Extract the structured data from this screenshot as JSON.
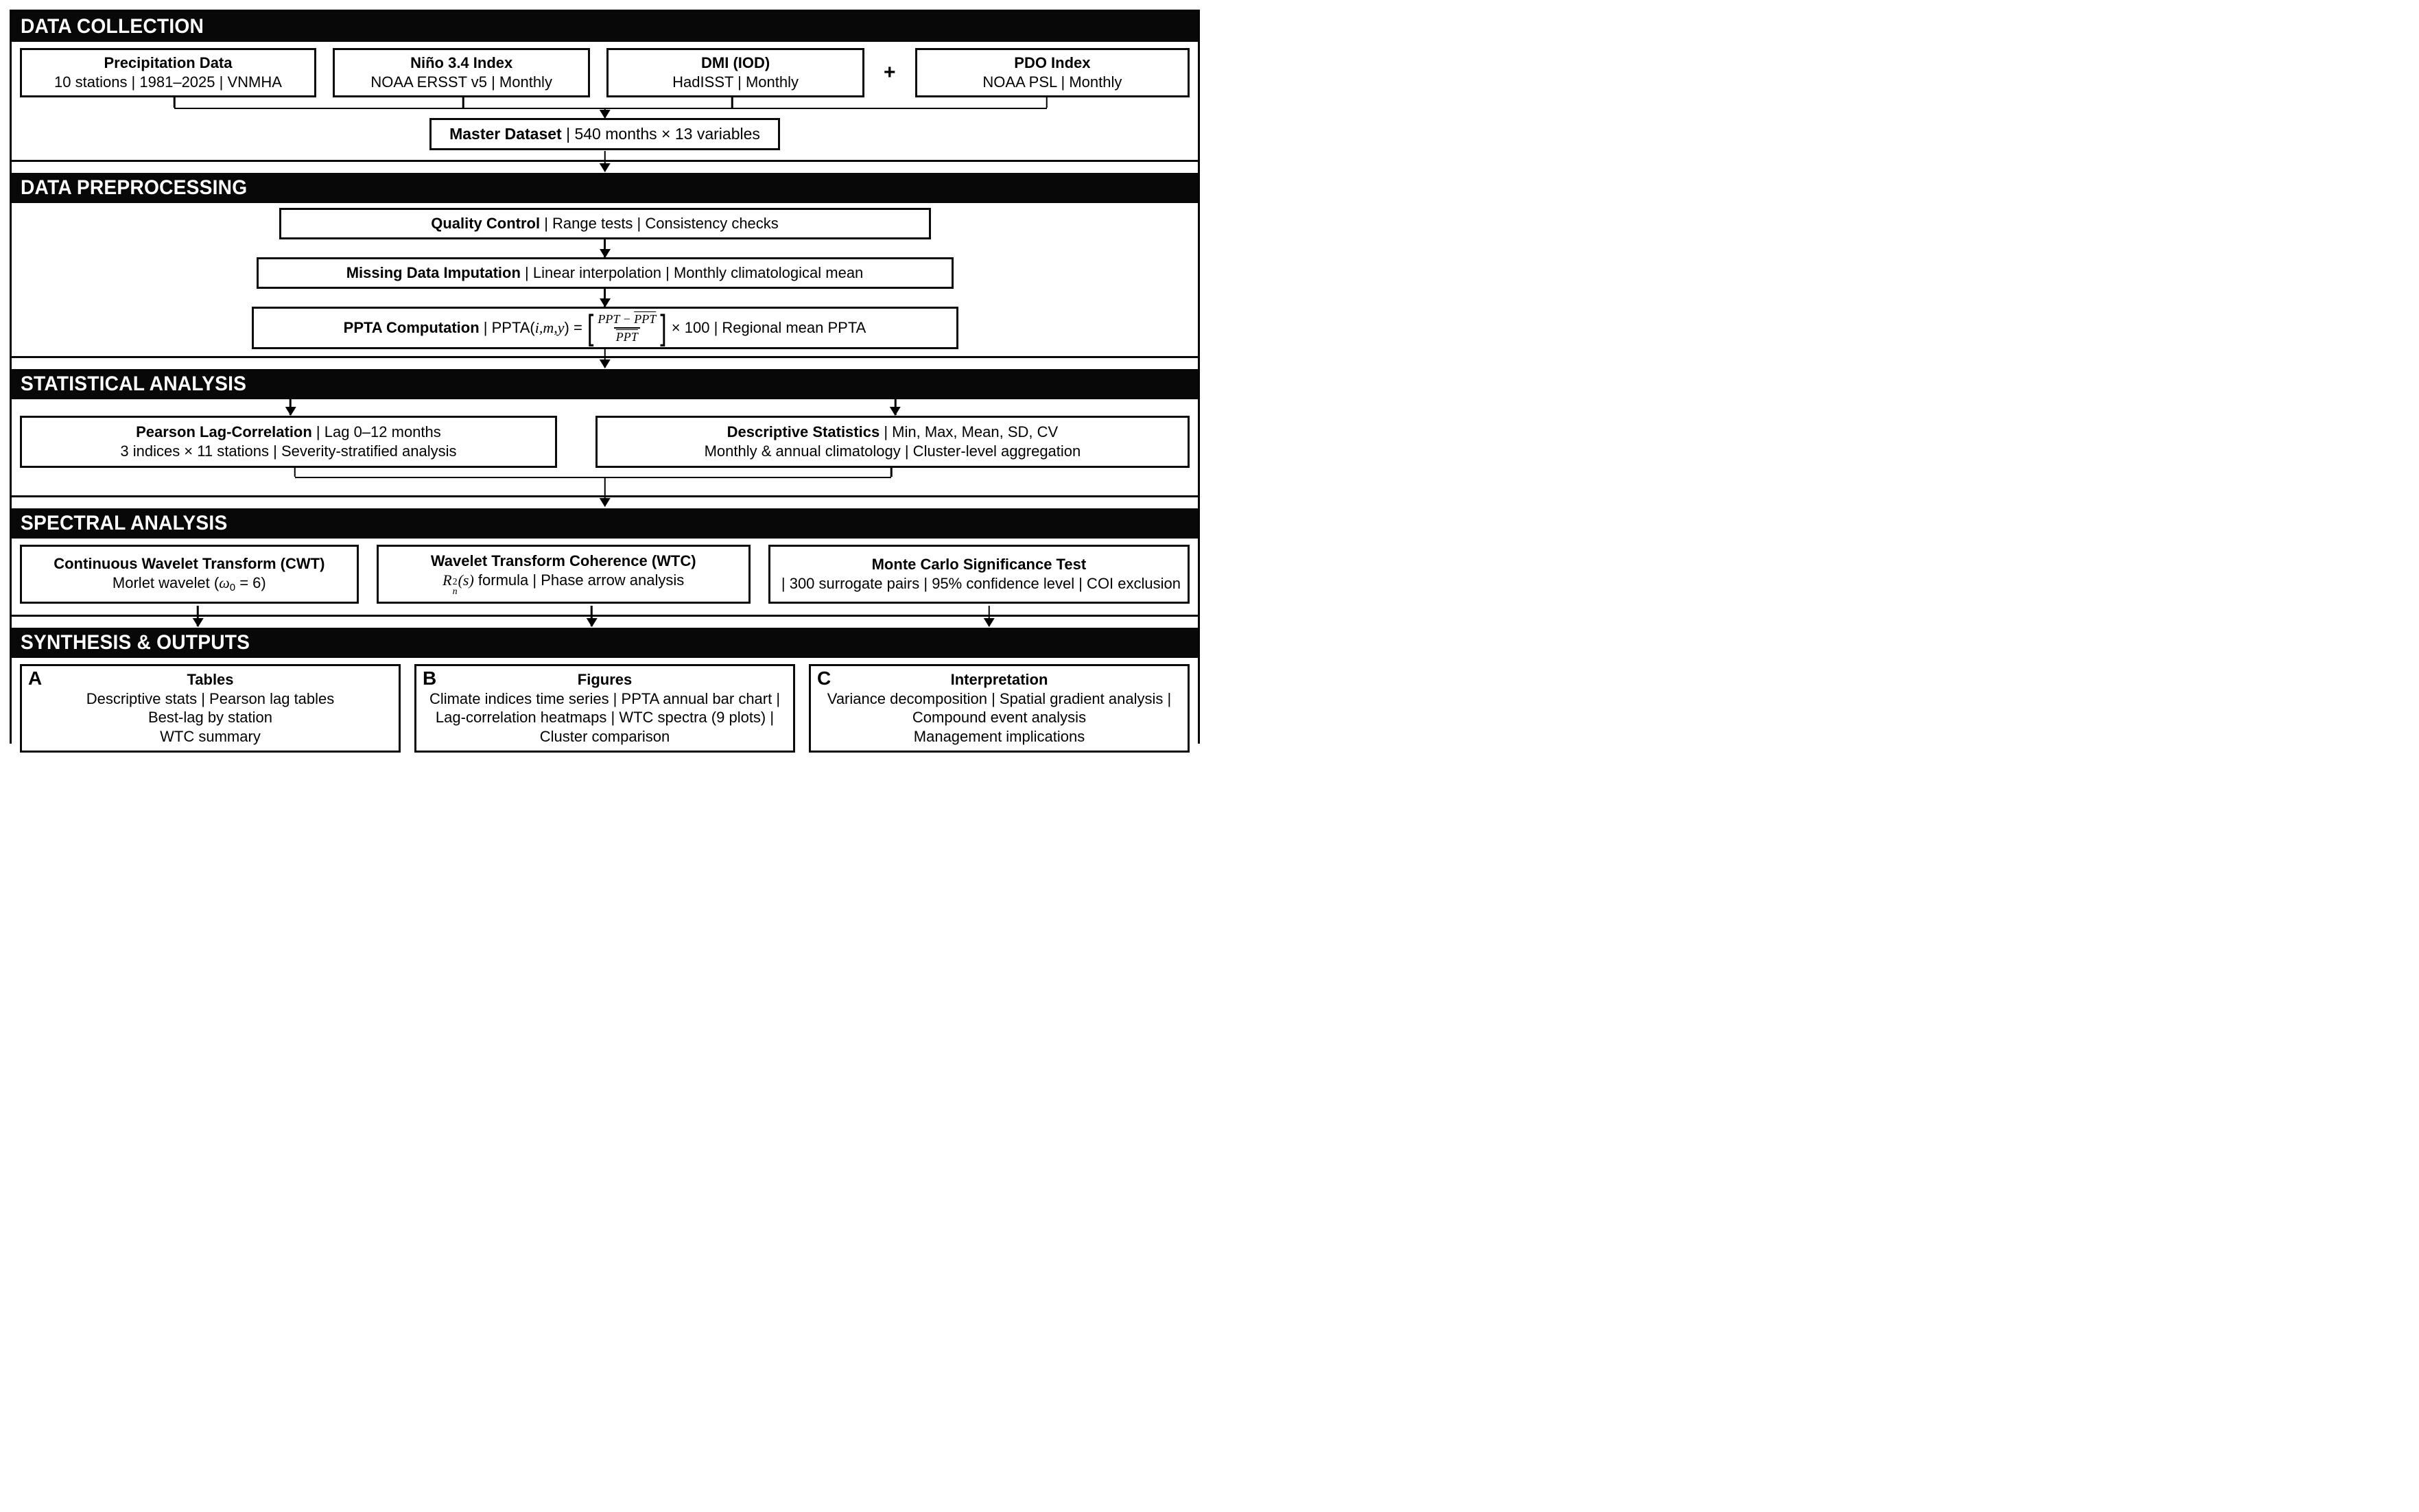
{
  "collection": {
    "title": "DATA COLLECTION",
    "plus": "+",
    "sources": [
      {
        "title": "Precipitation Data",
        "detail": "10 stations | 1981–2025 | VNMHA"
      },
      {
        "title": "Niño 3.4 Index",
        "detail": "NOAA ERSST v5 | Monthly"
      },
      {
        "title": "DMI (IOD)",
        "detail": "HadISST | Monthly"
      },
      {
        "title": "PDO Index",
        "detail": "NOAA PSL | Monthly"
      }
    ],
    "master": {
      "title": "Master Dataset",
      "detail": " | 540 months × 13 variables"
    }
  },
  "preprocessing": {
    "title": "DATA PREPROCESSING",
    "quality": {
      "title": "Quality Control",
      "detail": " | Range tests | Consistency checks"
    },
    "imputation": {
      "title": "Missing Data Imputation",
      "detail": " | Linear interpolation | Monthly climatological mean"
    },
    "ppta": {
      "title": "PPTA Computation",
      "sep": " | ",
      "func": "PPTA(",
      "args": "i,m,y",
      "close": ") = ",
      "bracket_open": "[",
      "numerator_a": "PPT",
      "numerator_minus": " − ",
      "numerator_b": "PPT",
      "denominator": "PPT",
      "bracket_close": "]",
      "times": " × 100",
      "tail": " | Regional mean PPTA"
    }
  },
  "statistical": {
    "title": "STATISTICAL ANALYSIS",
    "pearson": {
      "line1_title": "Pearson Lag-Correlation",
      "line1_rest": " | Lag 0–12 months",
      "line2": "3 indices × 11 stations | Severity-stratified analysis"
    },
    "descriptive": {
      "line1_title": "Descriptive Statistics",
      "line1_rest": " | Min, Max, Mean, SD, CV",
      "line2": "Monthly & annual climatology | Cluster-level aggregation"
    }
  },
  "spectral": {
    "title": "SPECTRAL ANALYSIS",
    "cwt": {
      "title": "Continuous Wavelet Transform (CWT)",
      "lead": "Morlet wavelet (",
      "omega": "ω",
      "sub": "0",
      "rest": " = 6)"
    },
    "wtc": {
      "title": "Wavelet Transform Coherence (WTC)",
      "r": "R",
      "sup": "2",
      "sub": "n",
      "args": "(s)",
      "rest": " formula | Phase arrow analysis"
    },
    "montecarlo": {
      "title": "Monte Carlo Significance Test",
      "rest": " | 300 surrogate pairs | 95% confidence level | COI exclusion"
    }
  },
  "synthesis": {
    "title": "SYNTHESIS & OUTPUTS",
    "boxes": [
      {
        "label": "A",
        "title": "Tables",
        "lines": [
          "Descriptive stats | Pearson lag tables",
          "Best-lag by station",
          "WTC summary"
        ]
      },
      {
        "label": "B",
        "title": "Figures",
        "lines": [
          "Climate indices time series | PPTA annual bar chart | Lag-correlation heatmaps | WTC spectra (9 plots) | Cluster comparison"
        ]
      },
      {
        "label": "C",
        "title": "Interpretation",
        "lines": [
          "Variance decomposition | Spatial gradient analysis | Compound event analysis",
          "Management implications"
        ]
      }
    ]
  }
}
